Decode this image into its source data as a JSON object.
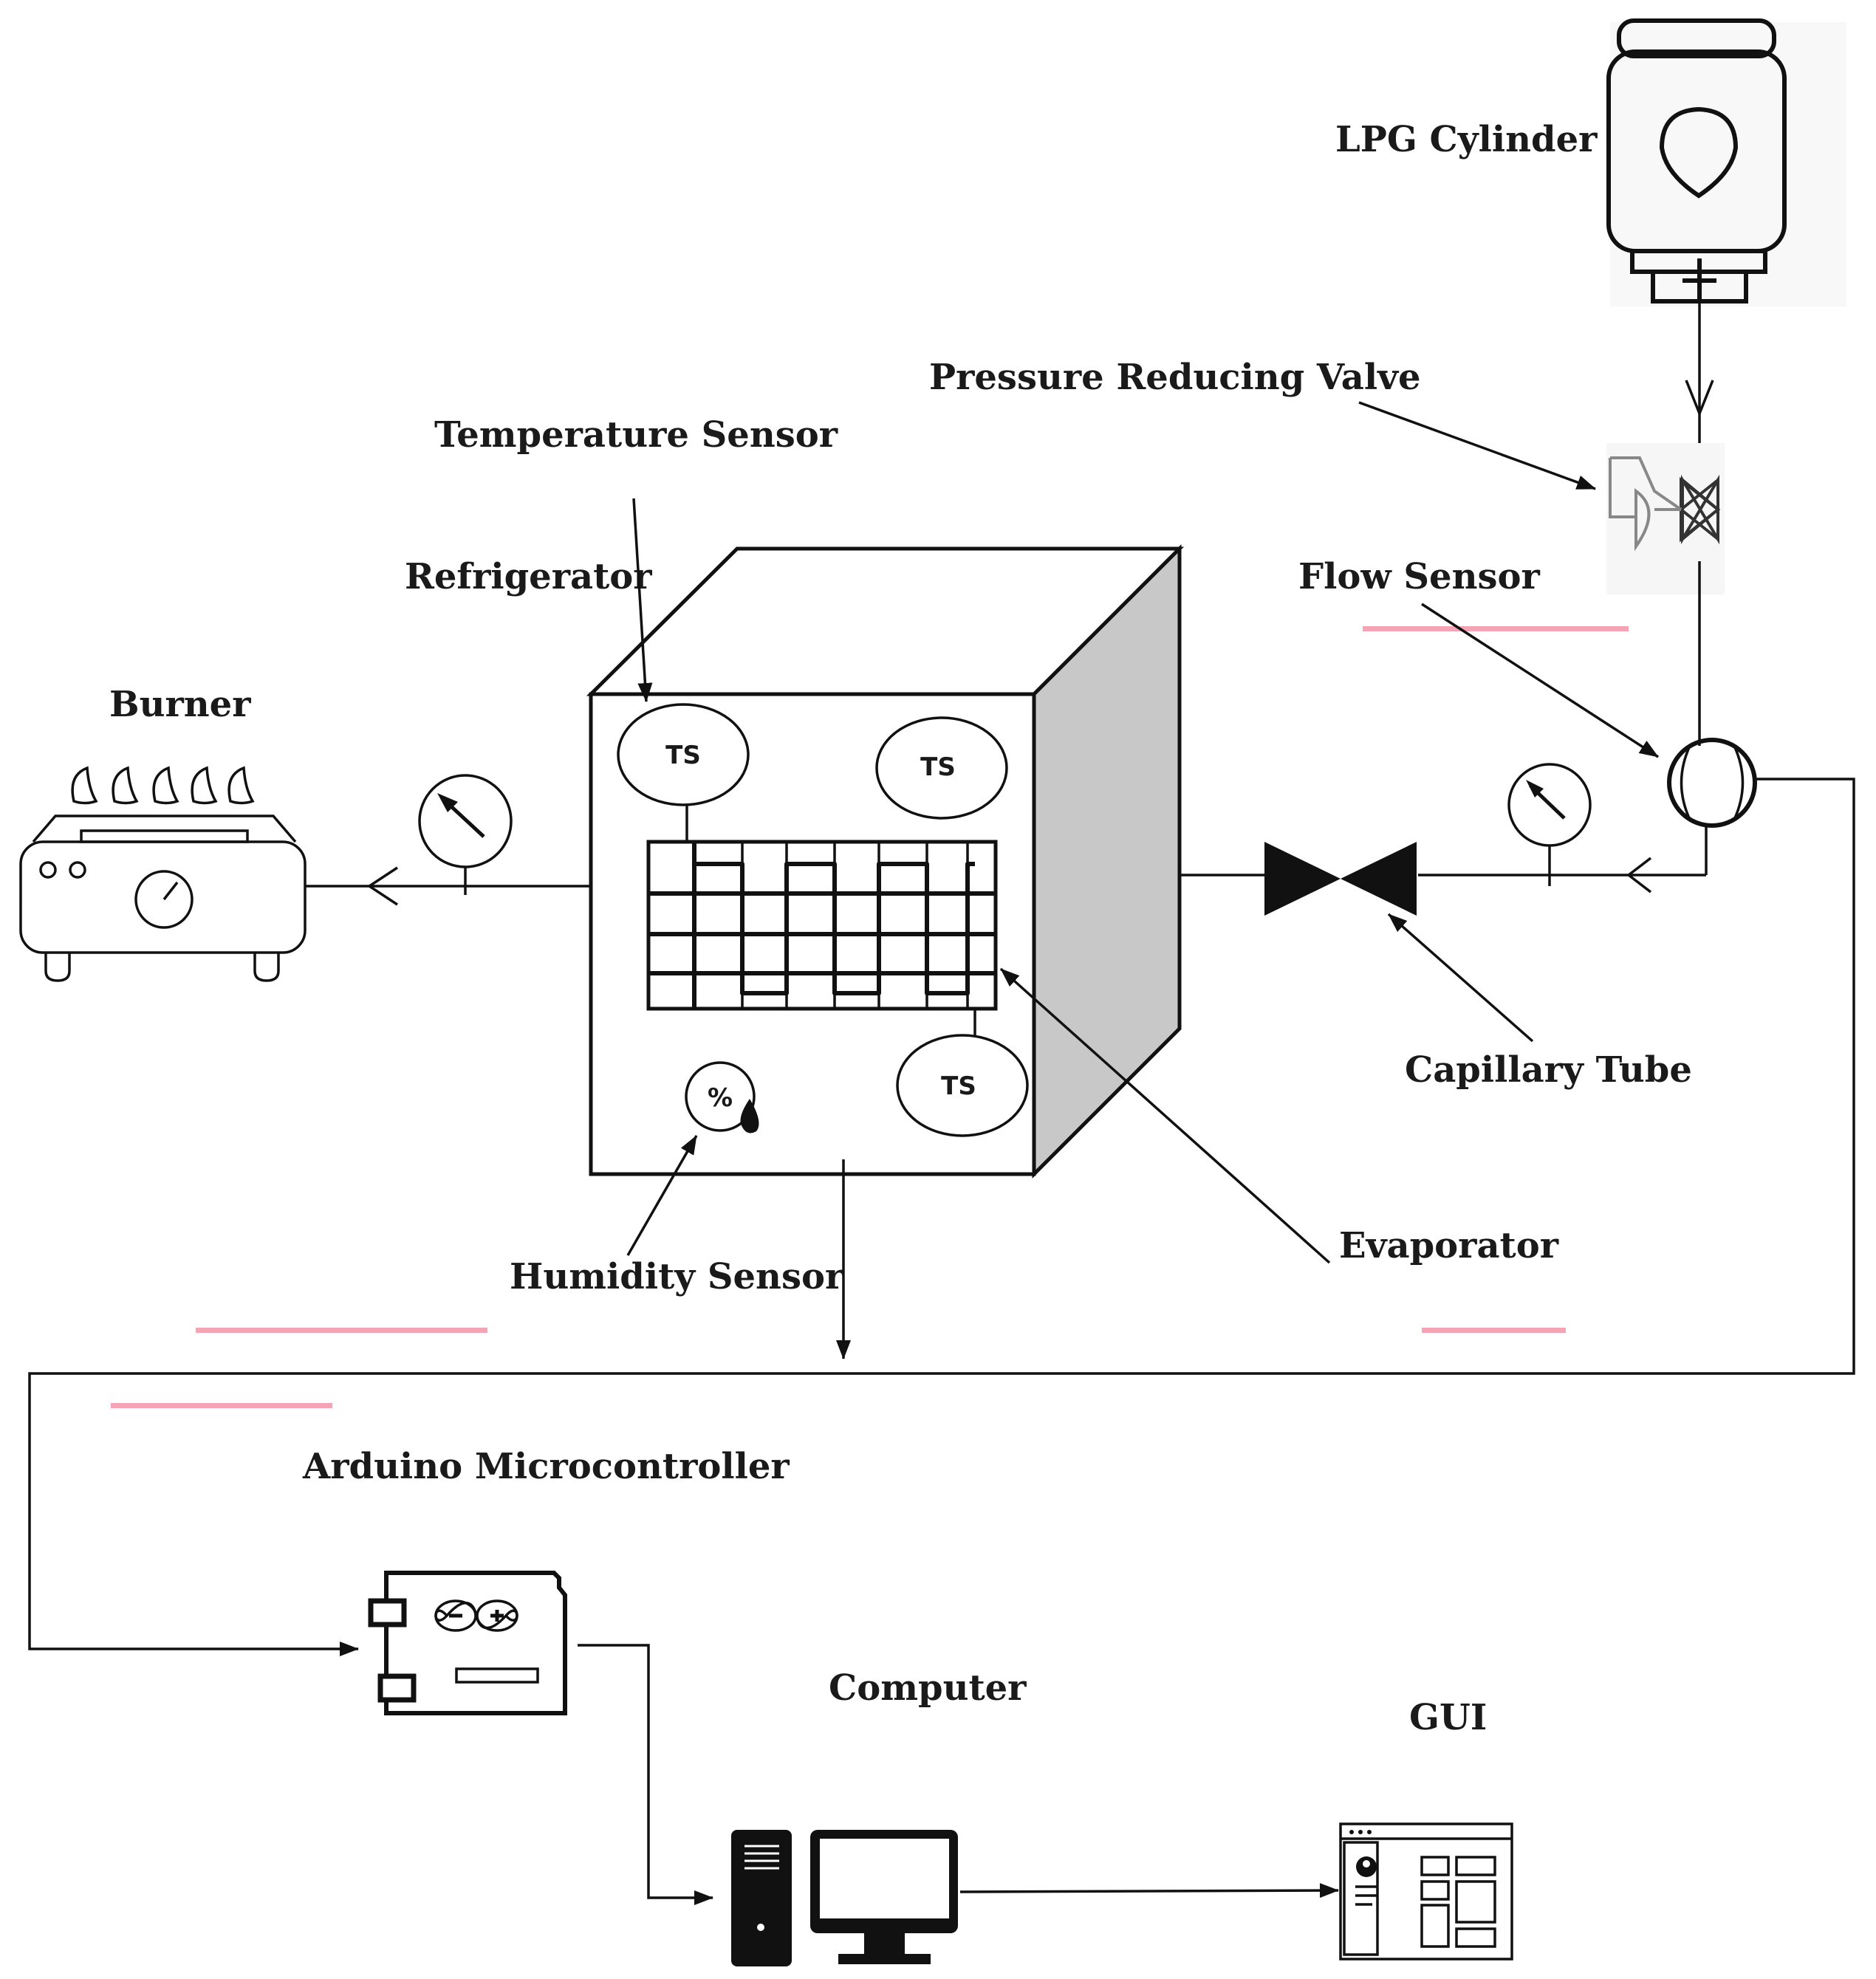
{
  "labels": {
    "lpg_cylinder": "LPG Cylinder",
    "pressure_reducing_valve": "Pressure Reducing Valve",
    "temperature_sensor": "Temperature Sensor",
    "refrigerator": "Refrigerator",
    "flow_sensor": "Flow Sensor",
    "burner": "Burner",
    "capillary_tube": "Capillary Tube",
    "humidity_sensor": "Humidity Sensor",
    "evaporator": "Evaporator",
    "arduino_microcontroller": "Arduino Microcontroller",
    "computer": "Computer",
    "gui": "GUI"
  },
  "sensors": {
    "ts_top_left": "TS",
    "ts_top_right": "TS",
    "ts_bottom": "TS",
    "humidity_symbol": "%"
  },
  "colors": {
    "line": "#111111",
    "cabinet_side": "#c8c8c8",
    "highlight_mark": "#f4a4b4"
  },
  "icons": [
    "lpg-cylinder-icon",
    "pressure-reducing-valve-icon",
    "flow-sensor-icon",
    "pressure-gauge-icon",
    "capillary-valve-icon",
    "burner-icon",
    "humidity-sensor-icon",
    "arduino-icon",
    "computer-icon",
    "gui-window-icon"
  ]
}
